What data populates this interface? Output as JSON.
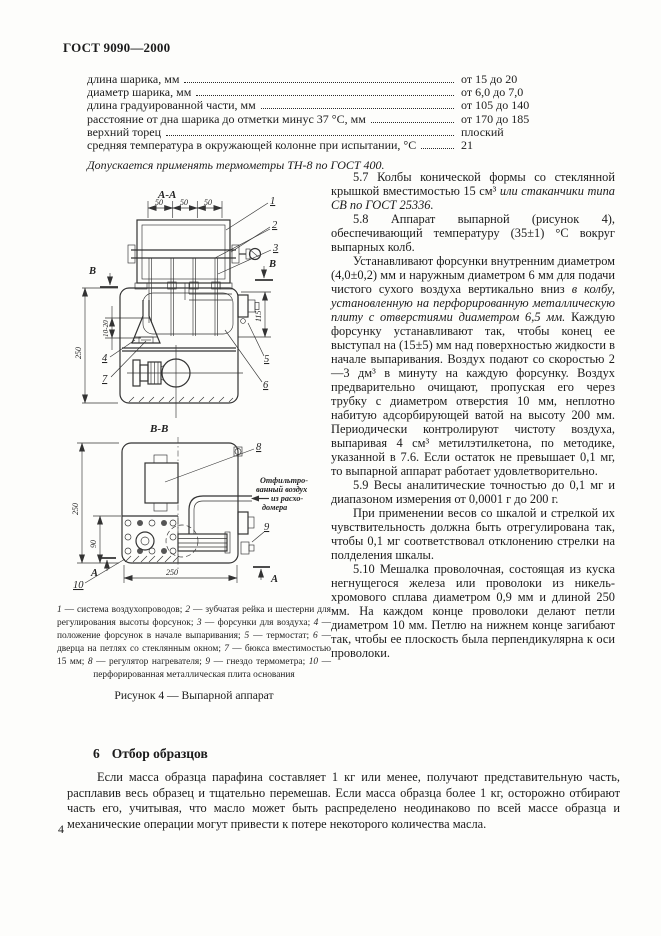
{
  "page": {
    "header": "ГОСТ 9090—2000",
    "number": "4"
  },
  "spec": {
    "items": [
      {
        "label": "длина шарика, мм",
        "value": "от 15 до 20"
      },
      {
        "label": "диаметр шарика, мм",
        "value": "от 6,0 до 7,0"
      },
      {
        "label": "длина градуированной части, мм",
        "value": "от 105 до 140"
      },
      {
        "label": "расстояние от дна шарика до отметки минус 37 °С, мм",
        "value": "от 170 до 185"
      },
      {
        "label": "верхний торец",
        "value": "плоский"
      },
      {
        "label": "средняя температура в окружающей колонне при испытании, °С",
        "value": "21"
      }
    ],
    "note": "Допускается применять термометры ТН-8 по ГОСТ 400."
  },
  "right_column": {
    "paragraphs": [
      {
        "segments": [
          {
            "i": false,
            "t": "5.7 Колбы конической формы со стеклянной крышкой вместимостью 15 см³ "
          },
          {
            "i": true,
            "t": "или стаканчики типа СВ по ГОСТ 25336."
          }
        ]
      },
      {
        "segments": [
          {
            "i": false,
            "t": "5.8 Аппарат выпарной (рисунок 4), обеспечивающий температуру (35±1) °С вокруг выпарных колб."
          }
        ]
      },
      {
        "segments": [
          {
            "i": false,
            "t": "Устанавливают форсунки внутренним диаметром (4,0±0,2) мм и наружным диаметром 6 мм для подачи чистого сухого воздуха вертикально вниз "
          },
          {
            "i": true,
            "t": "в колбу, установленную на перфорированную металлическую плиту с отверстиями диаметром 6,5 мм."
          },
          {
            "i": false,
            "t": " Каждую форсунку устанавливают так, чтобы конец ее выступал на (15±5) мм над поверхностью жидкости в начале выпаривания. Воздух подают со скоростью 2—3 дм³ в минуту на каждую форсунку. Воздух предварительно очищают, пропуская его через трубку с диаметром отверстия 10 мм, неплотно набитую адсорбирующей ватой на высоту 200 мм. Периодически контролируют чистоту воздуха, выпаривая 4 см³ метилэтилкетона, по методике, указанной в 7.6. Если остаток не превышает 0,1 мг, то выпарной аппарат работает удовлетворительно."
          }
        ]
      },
      {
        "segments": [
          {
            "i": false,
            "t": "5.9 Весы аналитические точностью до 0,1 мг и диапазоном измерения от 0,0001 г до 200 г."
          }
        ]
      },
      {
        "segments": [
          {
            "i": false,
            "t": "При применении весов со шкалой и стрелкой их чувствительность должна быть отрегулирована так, чтобы 0,1 мг соответствовал отклонению стрелки на полделения шкалы."
          }
        ]
      },
      {
        "segments": [
          {
            "i": false,
            "t": "5.10 Мешалка проволочная, состоящая из куска негнущегося железа или проволоки из никель-хромового сплава диаметром 0,9 мм и длиной 250 мм. На каждом конце проволоки делают петли диаметром 10 мм. Петлю на нижнем конце загибают так, чтобы ее плоскость была перпендикулярна к оси проволоки."
          }
        ]
      }
    ]
  },
  "figure": {
    "labels": {
      "aa": "А-А",
      "bb": "В-В",
      "b": "В",
      "a": "А"
    },
    "dims": {
      "n50": "50",
      "n250": "250",
      "n115": "115",
      "n90": "90",
      "n10_20": "10-20"
    },
    "callouts": {
      "c1": "1",
      "c2": "2",
      "c3": "3",
      "c4": "4",
      "c5": "5",
      "c6": "6",
      "c7": "7",
      "c8": "8",
      "c9": "9",
      "c10": "10"
    },
    "annotation": {
      "l1": "Отфильтро-",
      "l2": "ванный воздух",
      "l3": "из расхо-",
      "l4": "домера"
    },
    "caption": [
      {
        "i": true,
        "t": "1"
      },
      {
        "i": false,
        "t": " — система воздухопроводов; "
      },
      {
        "i": true,
        "t": "2"
      },
      {
        "i": false,
        "t": " — зубчатая рейка и шестерни для регулирования высоты форсунок; "
      },
      {
        "i": true,
        "t": "3"
      },
      {
        "i": false,
        "t": " — форсунки для воздуха; "
      },
      {
        "i": true,
        "t": "4"
      },
      {
        "i": false,
        "t": " — положение форсунок в начале выпаривания; "
      },
      {
        "i": true,
        "t": "5"
      },
      {
        "i": false,
        "t": " — термостат; "
      },
      {
        "i": true,
        "t": "6"
      },
      {
        "i": false,
        "t": " — дверца на петлях со стеклянным окном; "
      },
      {
        "i": true,
        "t": "7"
      },
      {
        "i": false,
        "t": " — бюкса вместимостью 15 мм; "
      },
      {
        "i": true,
        "t": "8"
      },
      {
        "i": false,
        "t": " — регулятор нагревателя; "
      },
      {
        "i": true,
        "t": "9"
      },
      {
        "i": false,
        "t": " — гнездо термометра; "
      },
      {
        "i": true,
        "t": "10"
      },
      {
        "i": false,
        "t": " — перфорированная металлическая плита основания"
      }
    ],
    "title": "Рисунок 4 — Выпарной аппарат"
  },
  "section6": {
    "number": "6",
    "title": "Отбор образцов",
    "body": "Если масса образца парафина составляет 1 кг или менее, получают представительную часть, расплавив весь образец и тщательно перемешав. Если масса образца более 1 кг, осторожно отбирают часть его, учитывая, что масло может быть распределено неодинаково по всей массе образца и механические операции могут привести к потере некоторого количества масла."
  }
}
